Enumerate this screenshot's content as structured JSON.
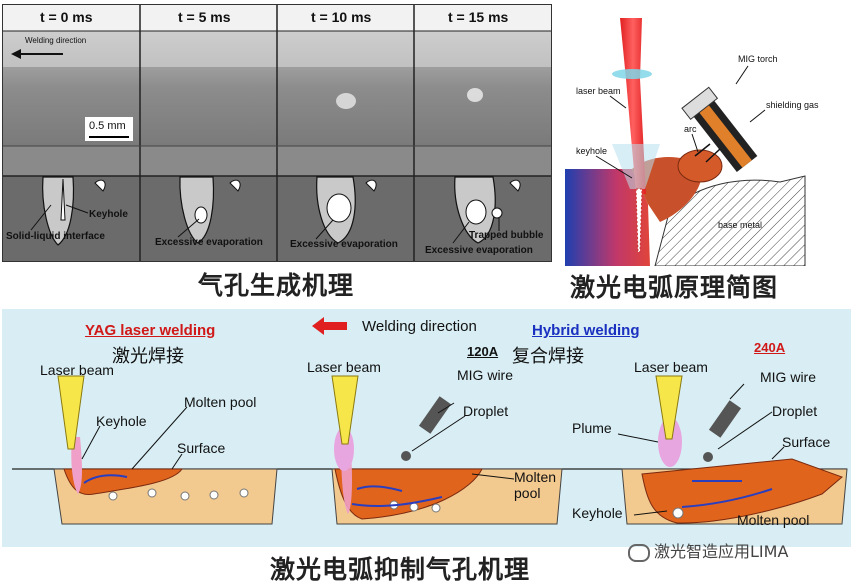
{
  "top_left": {
    "frame_times": [
      "t = 0 ms",
      "t = 5 ms",
      "t = 10 ms",
      "t = 15 ms"
    ],
    "welding_direction": "Welding direction",
    "scale": "0.5 mm",
    "labels": {
      "keyhole": "Keyhole",
      "solid_liquid": "Solid-liquid interface",
      "excessive_evap": "Excessive evaporation",
      "trapped_bubble": "Trapped bubble"
    },
    "caption": "气孔生成机理"
  },
  "top_right": {
    "labels": {
      "laser_beam": "laser beam",
      "mig_torch": "MIG torch",
      "shielding_gas": "shielding gas",
      "keyhole": "keyhole",
      "arc": "arc",
      "base_metal": "base metal"
    },
    "caption": "激光电弧原理简图"
  },
  "bottom": {
    "yag_title": "YAG laser welding",
    "yag_cn": "激光焊接",
    "welding_direction": "Welding direction",
    "hybrid_title": "Hybrid welding",
    "hybrid_cn": "复合焊接",
    "current_120": "120A",
    "current_240": "240A",
    "laser_beam": "Laser beam",
    "keyhole": "Keyhole",
    "molten_pool": "Molten pool",
    "surface": "Surface",
    "mig_wire": "MIG wire",
    "droplet": "Droplet",
    "molten": "Molten",
    "pool": "pool",
    "plume": "Plume",
    "caption": "激光电弧抑制气孔机理"
  },
  "watermark": "激光智造应用LIMA"
}
